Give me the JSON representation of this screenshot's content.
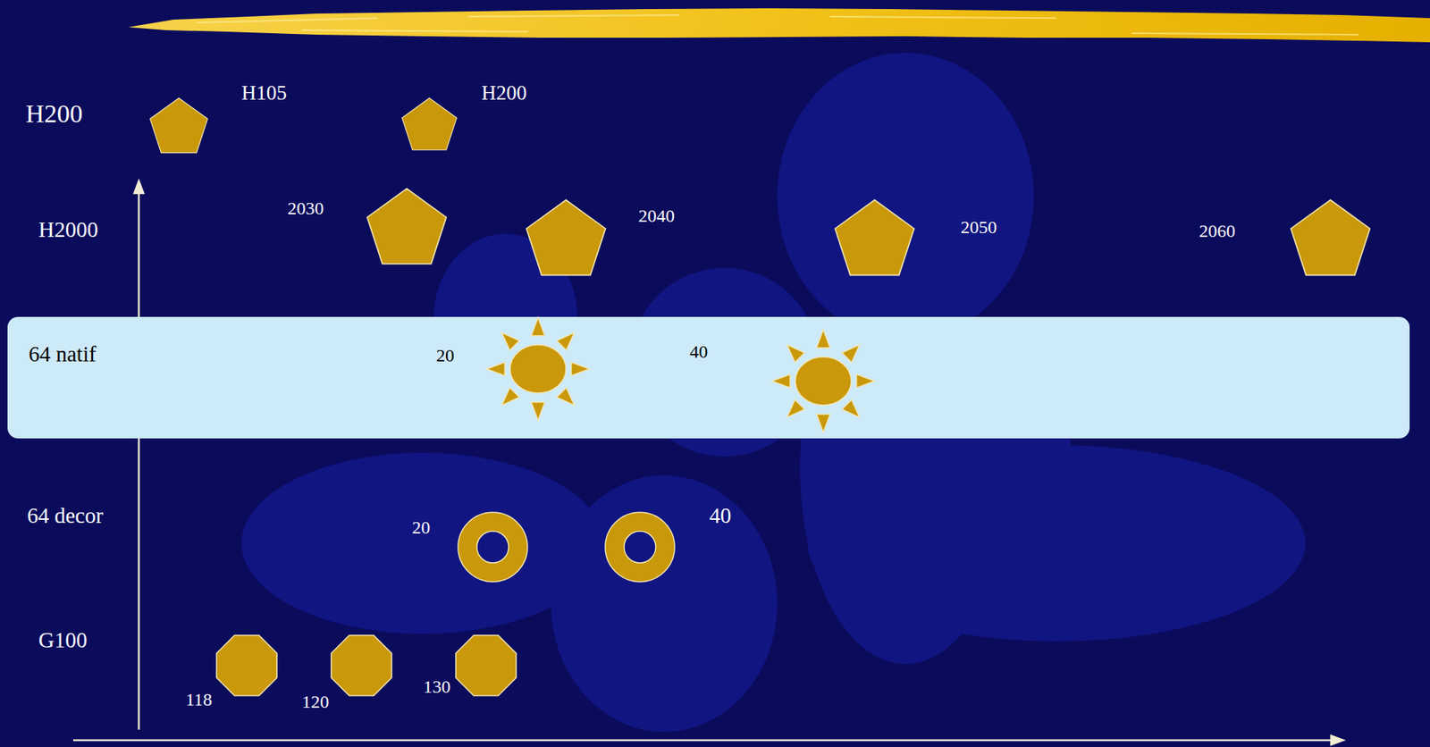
{
  "diagram": {
    "nodes": [
      {
        "text": [
          "64 natif"
        ]
      }
    ],
    "labels": [
      "H200",
      "H2000",
      "64 decor",
      "G100",
      "H105",
      "H200",
      "2030",
      "2040",
      "2050",
      "2060",
      "20",
      "40",
      "20",
      "40",
      "118",
      "120",
      "130"
    ]
  }
}
